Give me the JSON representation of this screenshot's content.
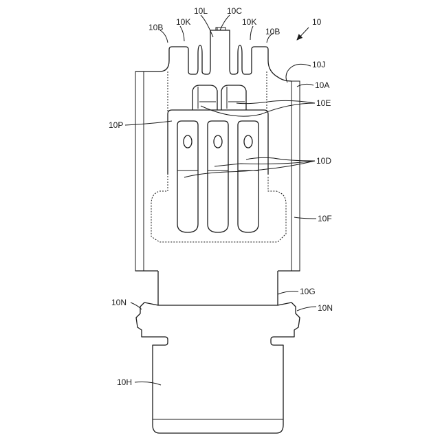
{
  "figure": {
    "labels": {
      "assembly": "10",
      "b_left": "10B",
      "b_right": "10B",
      "k_left": "10K",
      "k_right": "10K",
      "l": "10L",
      "c": "10C",
      "j": "10J",
      "a": "10A",
      "e": "10E",
      "p": "10P",
      "d": "10D",
      "f": "10F",
      "g": "10G",
      "n_left": "10N",
      "n_right": "10N",
      "h": "10H"
    }
  }
}
